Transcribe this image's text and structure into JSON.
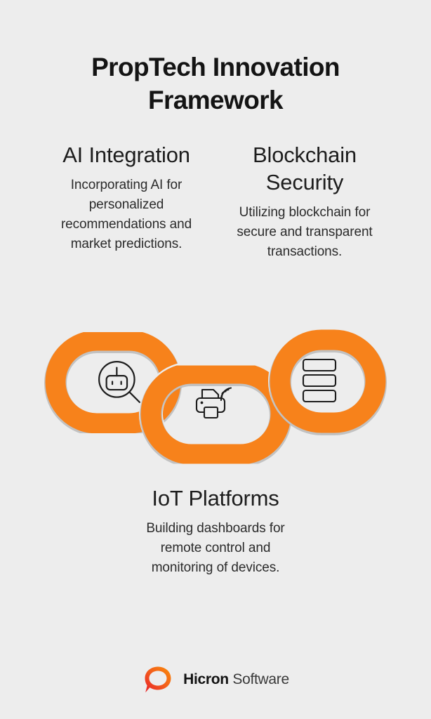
{
  "theme": {
    "background": "#ededed",
    "accent_orange": "#F7821B",
    "ring_shadow": "#9a9a9a",
    "text_dark": "#1d1d1d",
    "logo_red": "#E8212B",
    "logo_orange": "#F98C0A"
  },
  "header": {
    "title": "PropTech Innovation Framework"
  },
  "pillars": [
    {
      "id": "ai-integration",
      "heading": "AI Integration",
      "body": "Incorporating AI for personalized recommendations and market predictions.",
      "icon": "robot-magnifier-icon"
    },
    {
      "id": "blockchain-security",
      "heading": "Blockchain Security",
      "body": "Utilizing blockchain for secure and transparent transactions.",
      "icon": "stacked-blocks-icon"
    },
    {
      "id": "iot-platforms",
      "heading": "IoT Platforms",
      "body": "Building dashboards for remote control and monitoring of devices.",
      "icon": "wireless-printer-icon"
    }
  ],
  "chain": {
    "link_count": 3,
    "links": [
      {
        "id": "link-ai",
        "icon": "robot-magnifier-icon"
      },
      {
        "id": "link-iot",
        "icon": "wireless-printer-icon"
      },
      {
        "id": "link-blockchain",
        "icon": "stacked-blocks-icon"
      }
    ]
  },
  "footer": {
    "brand_bold": "Hicron",
    "brand_regular": "Software",
    "logo_icon": "hicron-speech-bubble-logo"
  }
}
